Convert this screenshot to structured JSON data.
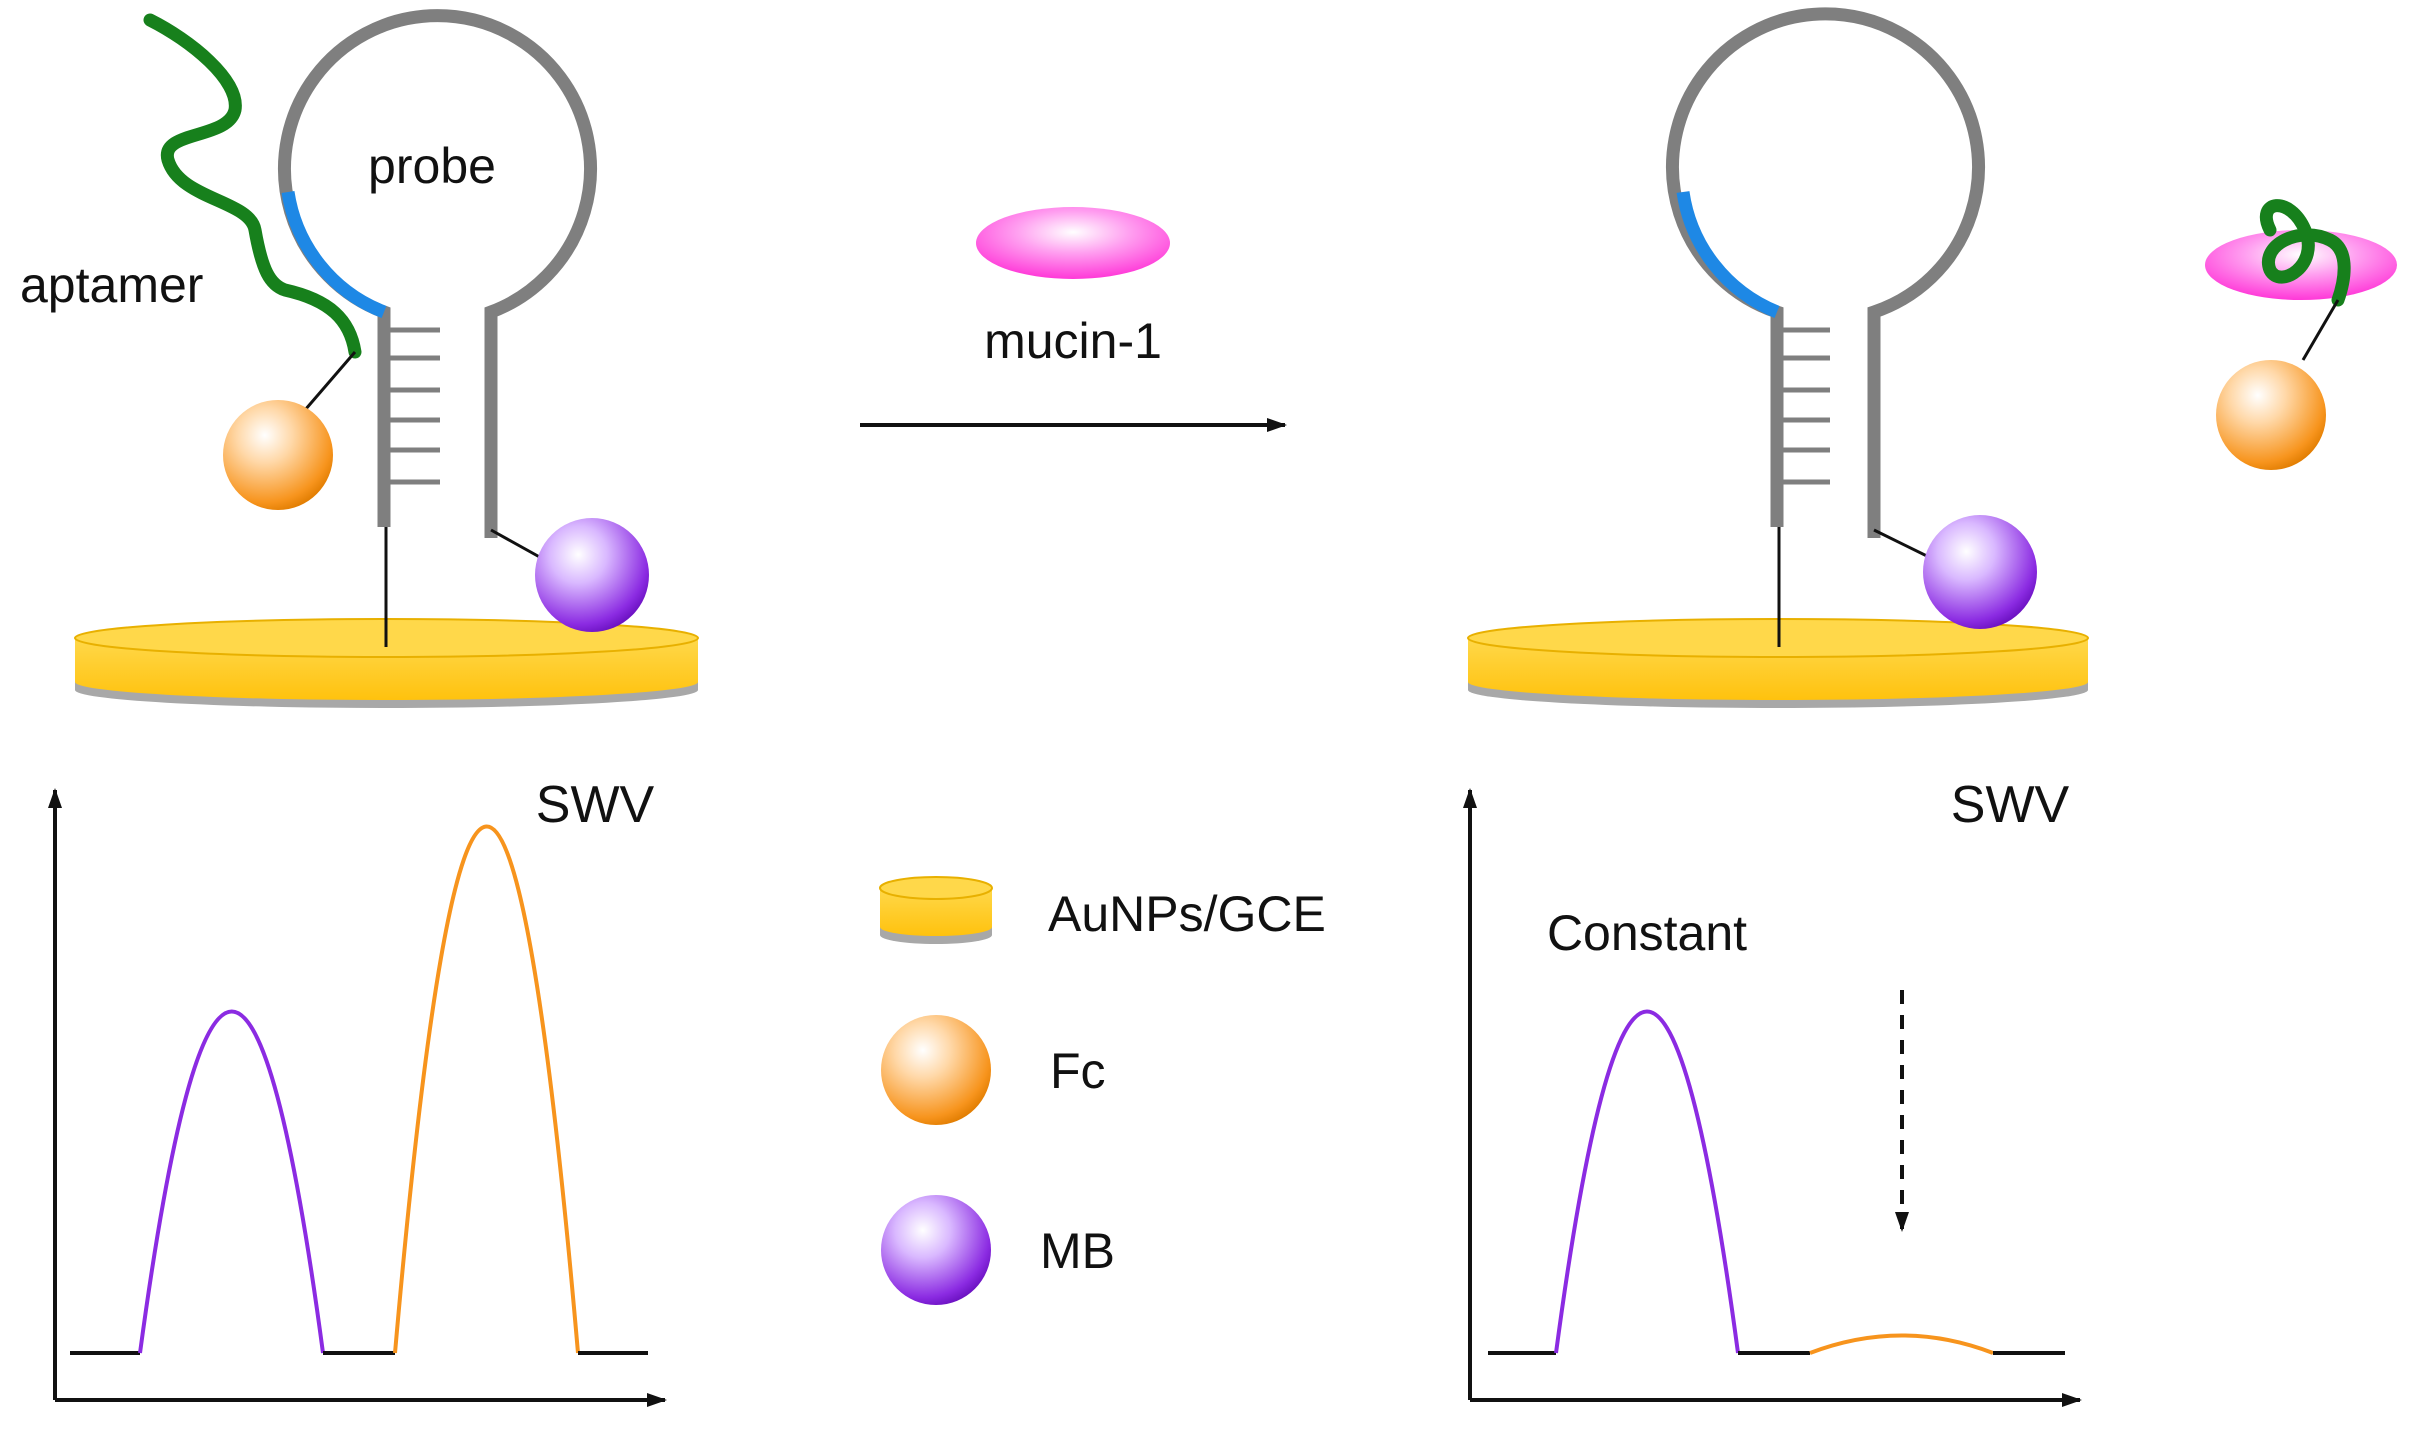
{
  "labels": {
    "probe": "probe",
    "aptamer": "aptamer",
    "target": "mucin-1",
    "swv_left": "SWV",
    "swv_right": "SWV",
    "constant": "Constant"
  },
  "legend": [
    {
      "key": "electrode",
      "label": "AuNPs/GCE",
      "icon": "gold-disc-icon"
    },
    {
      "key": "fc",
      "label": "Fc",
      "icon": "orange-sphere-icon"
    },
    {
      "key": "mb",
      "label": "MB",
      "icon": "purple-sphere-icon"
    }
  ],
  "colors": {
    "gold": "#ffc20e",
    "gold_edge": "#e0a500",
    "electrode_base": "#a8a8a8",
    "dna_strand": "#7f7f7f",
    "probe_recognition": "#1e88e5",
    "aptamer": "#17801c",
    "mucin": "#ff38d8",
    "fc": "#f7941d",
    "mb": "#8b2be2",
    "arrow": "#111111"
  },
  "swv_signals": {
    "before": {
      "mb_relative": 0.61,
      "fc_relative": 1.0
    },
    "after": {
      "mb_relative": 0.61,
      "fc_relative": 0.02,
      "fc_trend": "decrease"
    }
  }
}
